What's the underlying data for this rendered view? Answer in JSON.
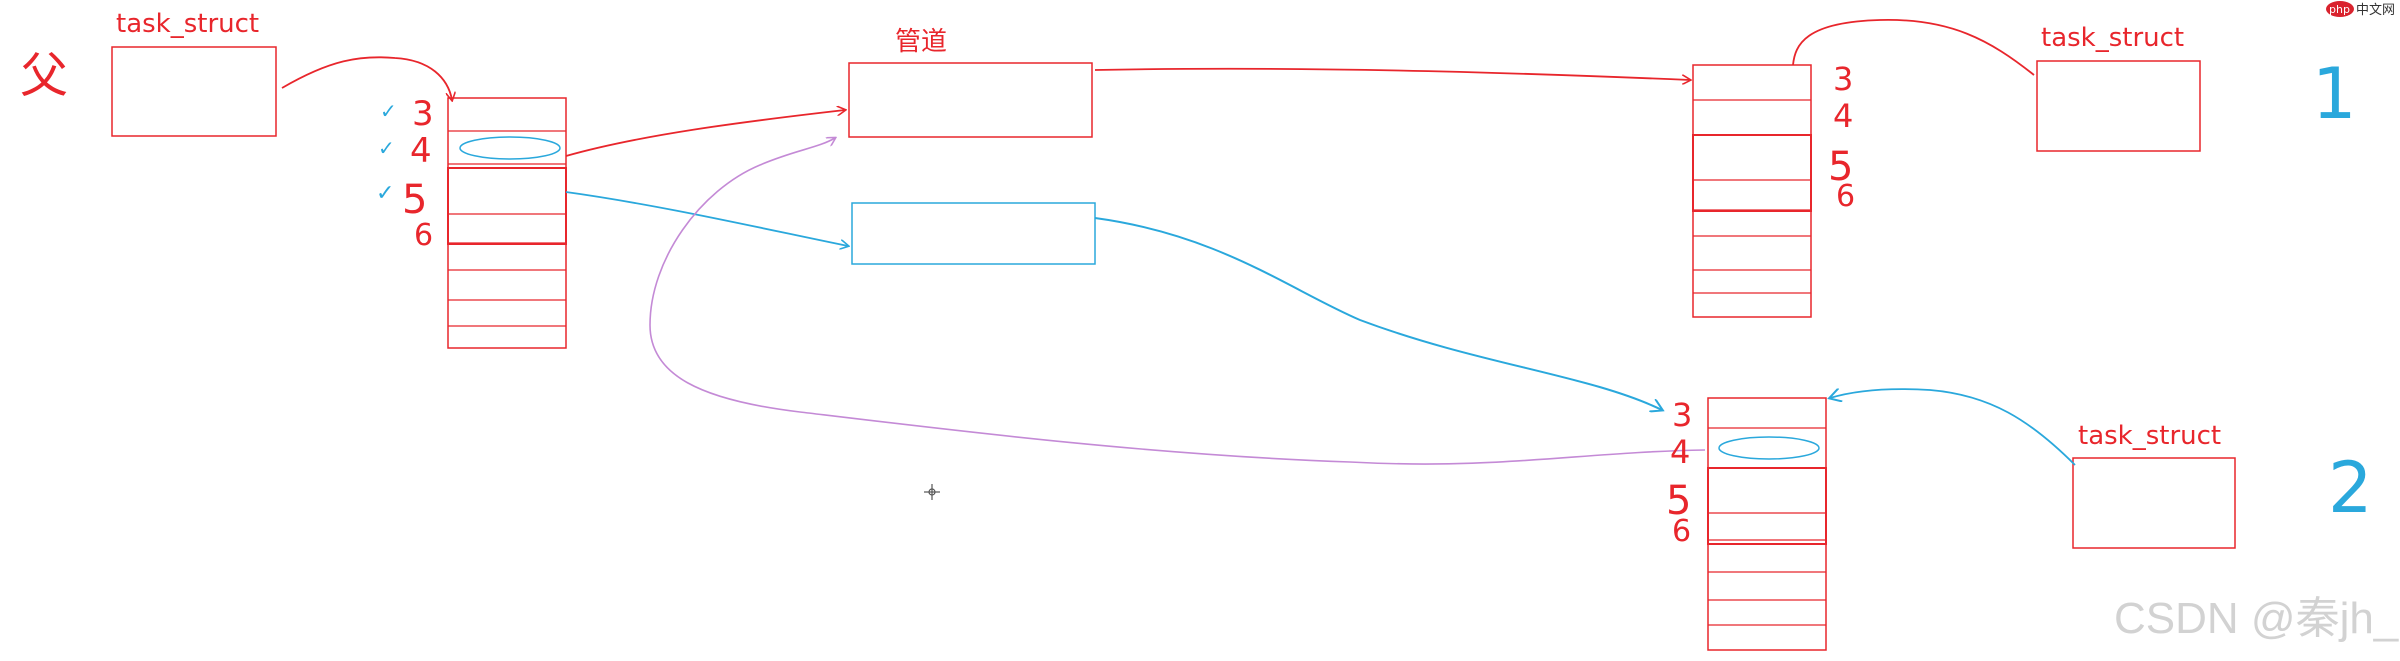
{
  "diagram": {
    "task_struct_label": "task_struct",
    "pipe_label": "管道",
    "parent_mark": "父",
    "child1_mark": "1",
    "child2_mark": "2",
    "fd_numbers": [
      "3",
      "4",
      "5",
      "6"
    ],
    "check_mark": "✓"
  },
  "watermark": {
    "text": "CSDN @秦jh_",
    "logo_php": "php",
    "logo_cn": "中文网"
  },
  "colors": {
    "red": "#e8262c",
    "blue": "#2aa8dc",
    "purple": "#c48ad6",
    "logo_red": "#d9232e"
  }
}
